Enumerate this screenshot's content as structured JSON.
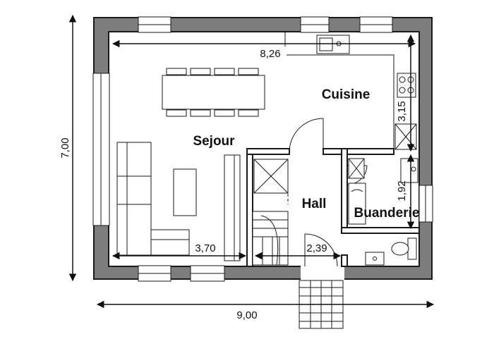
{
  "rooms": {
    "sejour": "Sejour",
    "cuisine": "Cuisine",
    "hall": "Hall",
    "buanderie": "Buanderie"
  },
  "dimensions": {
    "total_width": "9,00",
    "total_height": "7,00",
    "top_inner": "8,26",
    "sejour_width": "3,70",
    "hall_width": "2,39",
    "cuisine_height": "3,15",
    "buanderie_height": "1,92"
  },
  "colors": {
    "wall": "#7d7d7d",
    "line": "#1a1a1a"
  }
}
